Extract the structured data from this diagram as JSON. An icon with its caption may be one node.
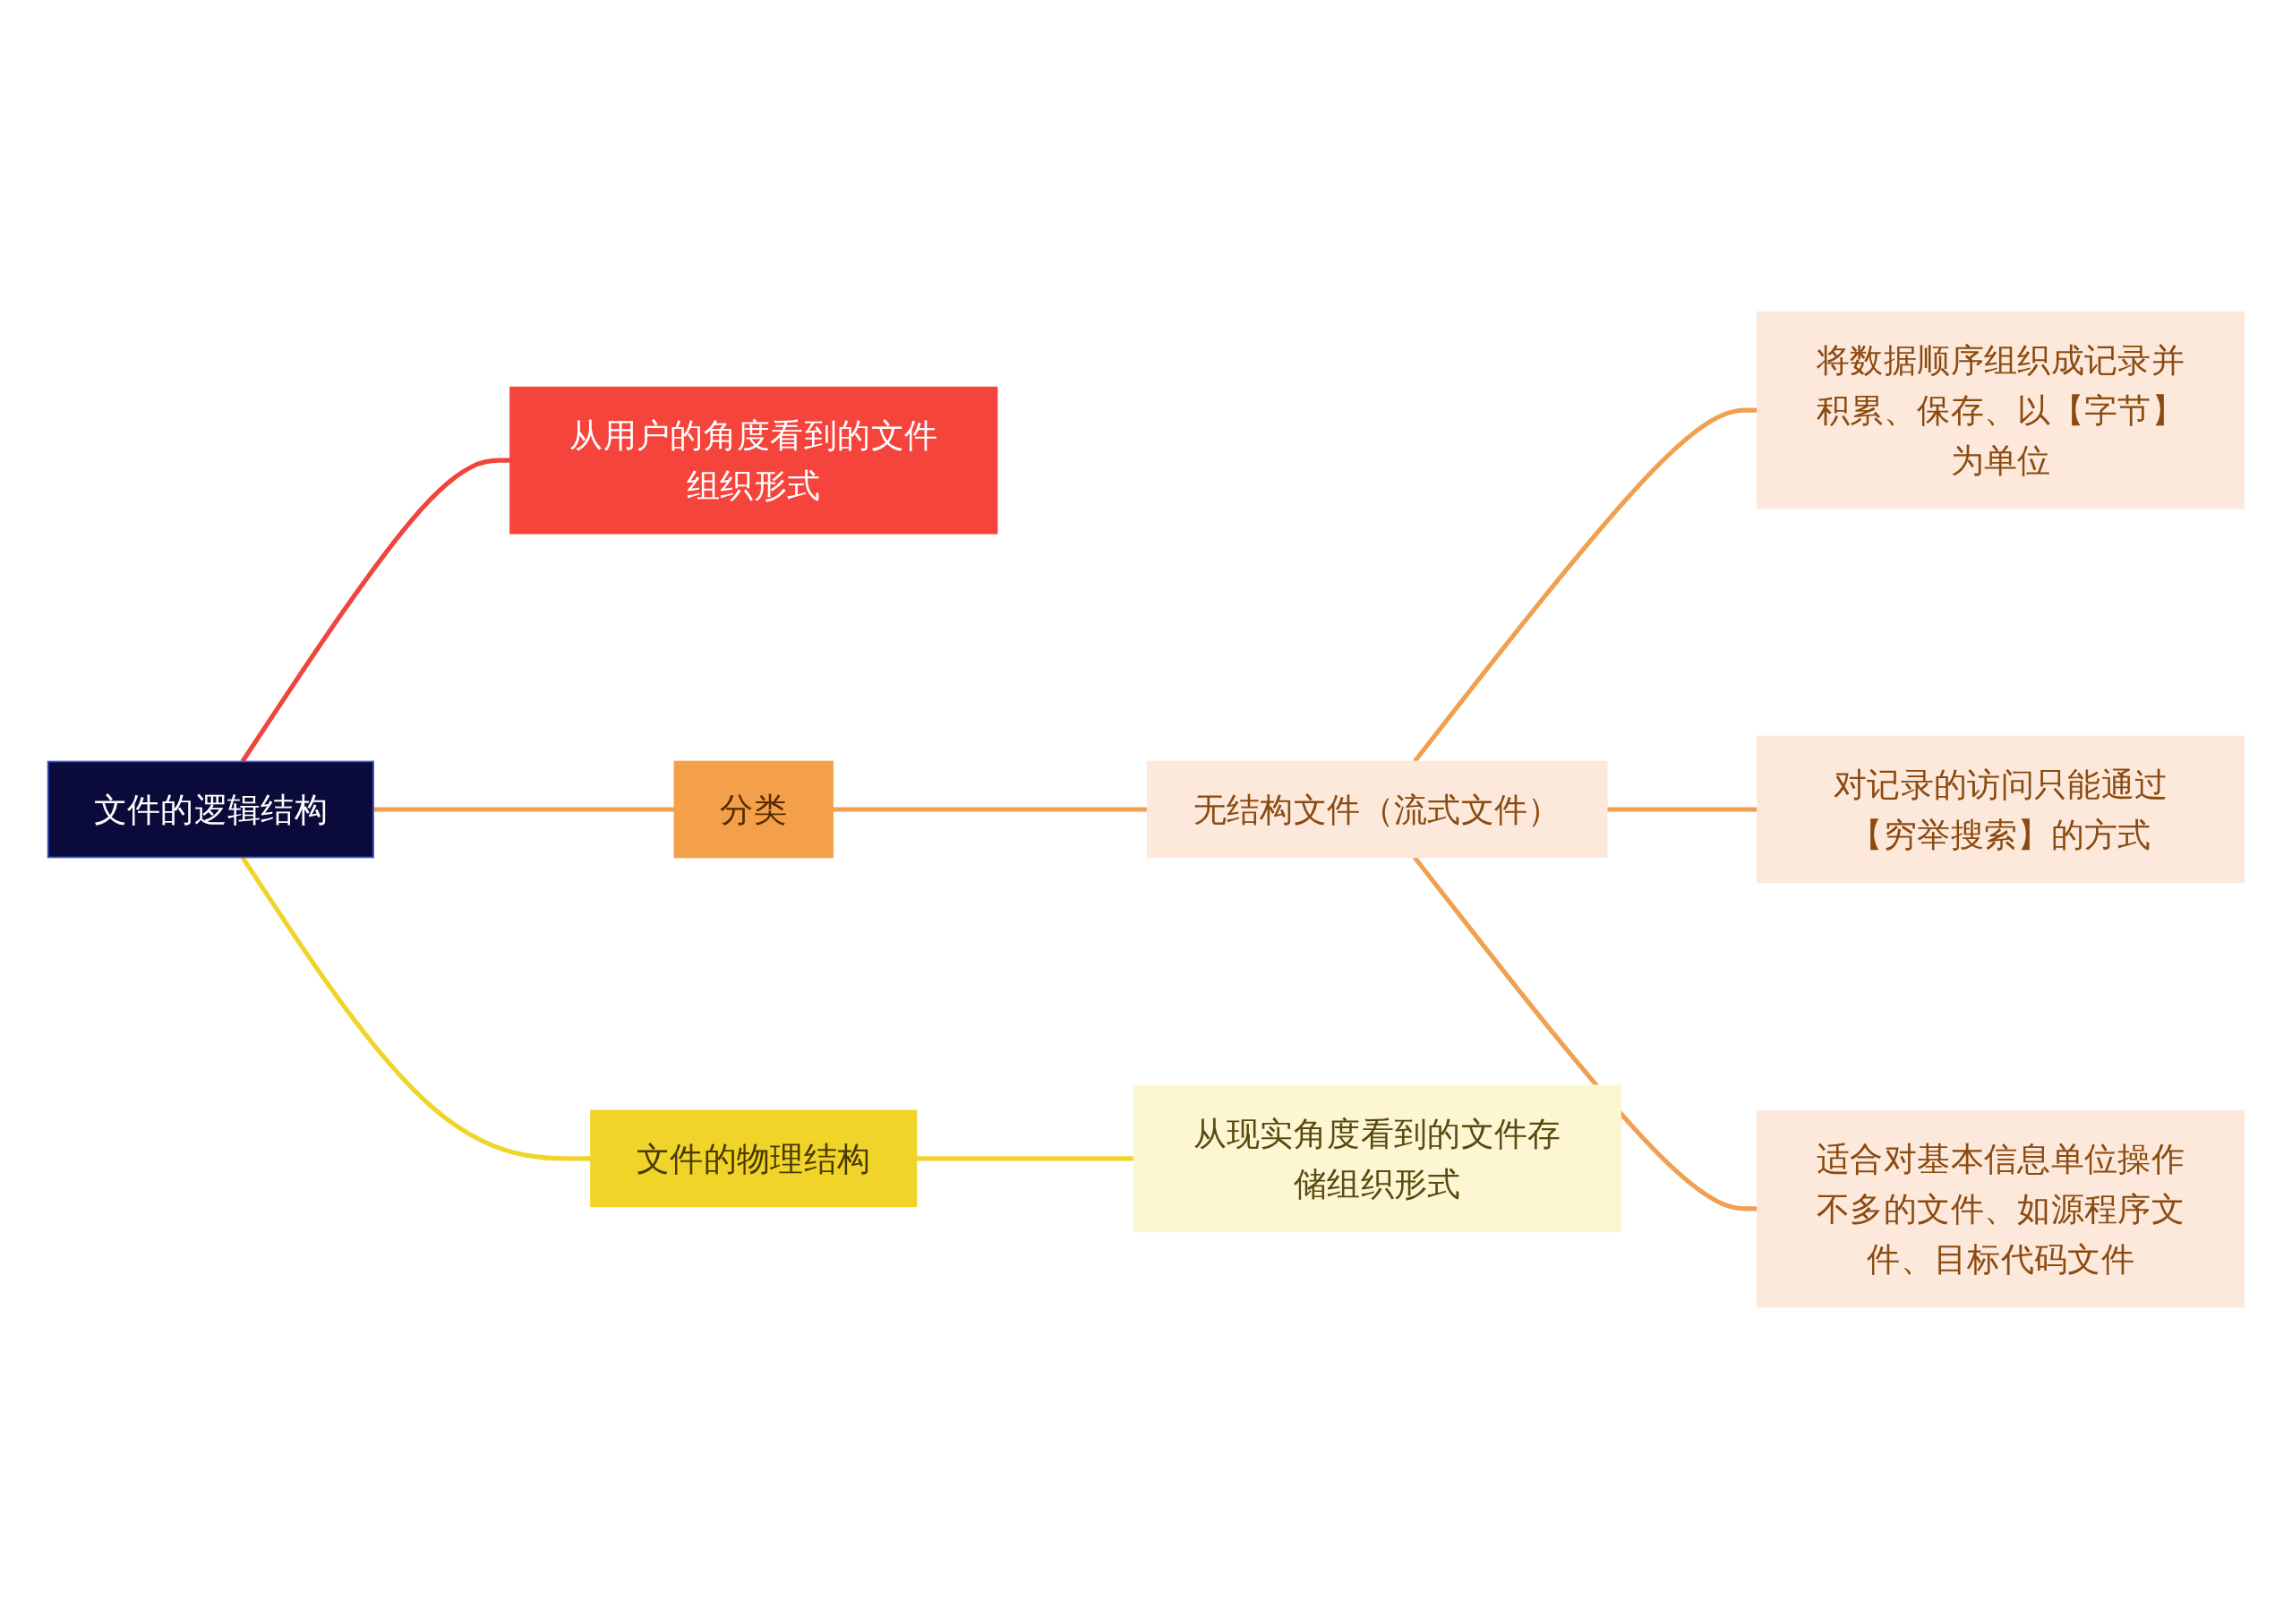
{
  "diagram": {
    "nodes": [
      {
        "text": [
          "文件的逻辑结构"
        ]
      },
      {
        "text": [
          "从用户的角度看到的文件组织形式"
        ]
      },
      {
        "text": [
          "分类"
        ]
      },
      {
        "text": [
          "无结构文件（流式文件）"
        ]
      },
      {
        "text": [
          "将数据顺序组织成记录并积累、保存、以【字节】为单位"
        ]
      },
      {
        "text": [
          "对记录的访问只能通过【穷举搜索】的方式"
        ]
      },
      {
        "text": [
          "适合对基本信息单位操作不多的文件、如源程序文件、目标代码文件"
        ]
      },
      {
        "text": [
          "文件的物理结构"
        ]
      },
      {
        "text": [
          "从现实角度看到的文件存储组织形式"
        ]
      }
    ],
    "edges": [
      {
        "from": 0,
        "to": 1,
        "arrow": "none",
        "color": "#f0443c"
      },
      {
        "from": 0,
        "to": 2,
        "arrow": "none"
      },
      {
        "from": 0,
        "to": 7,
        "arrow": "none",
        "color": "#f0d42a"
      },
      {
        "from": 2,
        "to": 3,
        "arrow": "none"
      },
      {
        "from": 3,
        "to": 4,
        "arrow": "none"
      },
      {
        "from": 3,
        "to": 5,
        "arrow": "none"
      },
      {
        "from": 3,
        "to": 6,
        "arrow": "none"
      },
      {
        "from": 7,
        "to": 8,
        "arrow": "none",
        "color": "#f0d42a"
      }
    ]
  }
}
